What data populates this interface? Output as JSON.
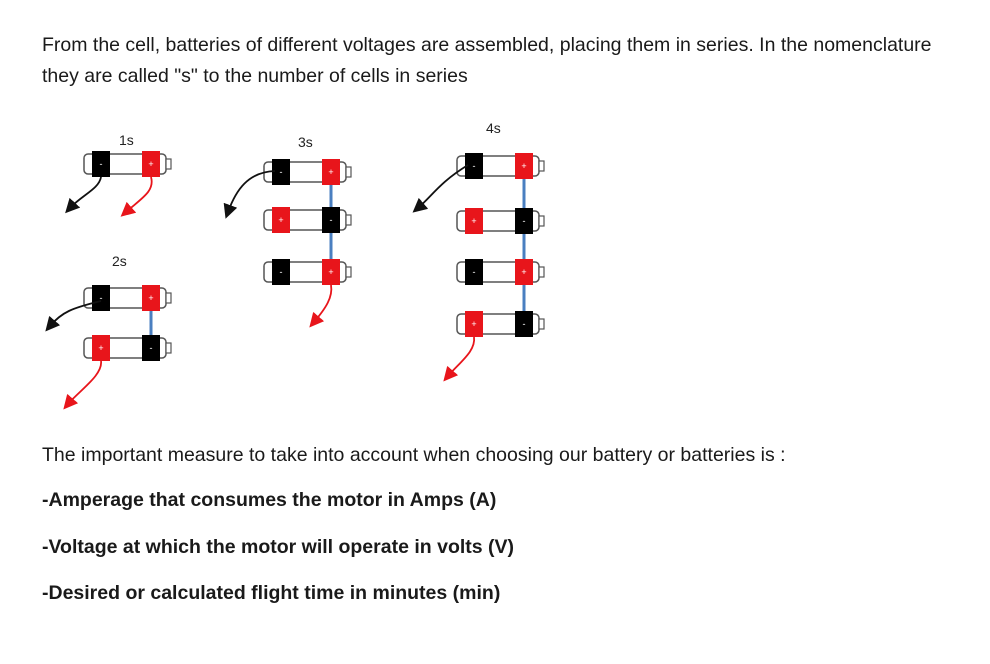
{
  "intro_text": "From the cell, batteries of different voltages are assembled, placing them in series. In the nomenclature they are called \"s\" to the number of cells in series",
  "diagram": {
    "labels": {
      "s1": "1s",
      "s2": "2s",
      "s3": "3s",
      "s4": "4s"
    },
    "colors": {
      "positive": "#e8151b",
      "negative": "#000000",
      "wire": "#4a7fc0",
      "arrow_neg": "#111111",
      "arrow_pos": "#e8151b"
    },
    "plus_symbol": "+",
    "minus_symbol": "-"
  },
  "measure_intro": "The important measure to take into account when choosing our battery or batteries is :",
  "requirements": [
    "-Amperage that consumes the motor in Amps (A)",
    "-Voltage at which the motor will operate in volts (V)",
    "-Desired or calculated flight time in minutes (min)"
  ]
}
